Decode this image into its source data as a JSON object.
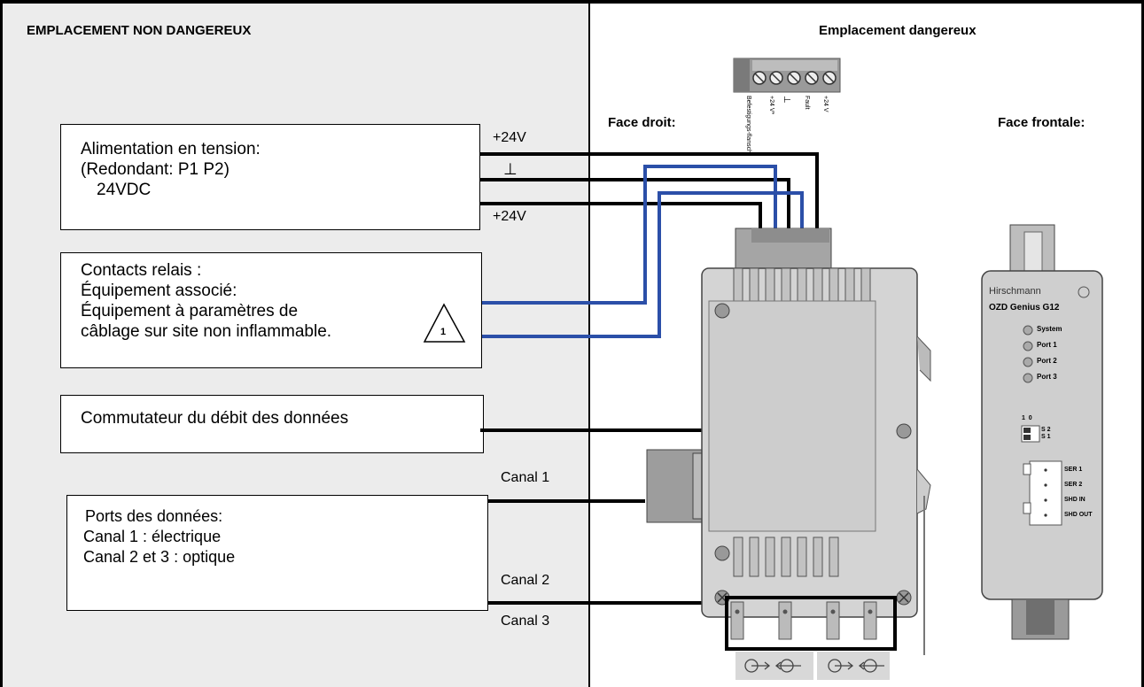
{
  "zones": {
    "left_title": "EMPLACEMENT NON DANGEREUX",
    "right_title": "Emplacement dangereux"
  },
  "views": {
    "side": "Face droit:",
    "front": "Face frontale:"
  },
  "power_box": {
    "line1": "Alimentation en tension:",
    "line2": "(Redondant: P1 P2)",
    "line3": "24VDC"
  },
  "relay_box": {
    "line1": "Contacts relais :",
    "line2": "Équipement associé:",
    "line3": "Équipement à paramètres de",
    "line4": "câblage sur site non inflammable.",
    "warning_number": "1"
  },
  "switch_box": {
    "line1": "Commutateur du débit des données"
  },
  "ports_box": {
    "line1": "Ports des données:",
    "line2": "Canal 1 : électrique",
    "line3": "Canal 2 et 3 : optique"
  },
  "wire_labels": {
    "plus24_top": "+24V",
    "ground": "⊥",
    "plus24_bottom": "+24V",
    "canal1": "Canal 1",
    "canal2": "Canal 2",
    "canal3": "Canal 3"
  },
  "terminal_labels": [
    "Befestigungs-flansch",
    "+24 V*",
    "⊥",
    "Fault",
    "+24 V"
  ],
  "front_panel": {
    "brand": "Hirschmann",
    "model": "OZD Genius G12",
    "leds": [
      "System",
      "Port 1",
      "Port 2",
      "Port 3"
    ],
    "dip_header": "1  0",
    "dip_switches": [
      "S 2",
      "S 1"
    ],
    "connector_pins": [
      "SER 1",
      "SER 2",
      "SHD IN",
      "SHD OUT"
    ]
  },
  "colors": {
    "wire_black": "#000000",
    "wire_blue": "#2b4fa8",
    "device_gray": "#d3d3d3",
    "zone_gray": "#ececec"
  }
}
